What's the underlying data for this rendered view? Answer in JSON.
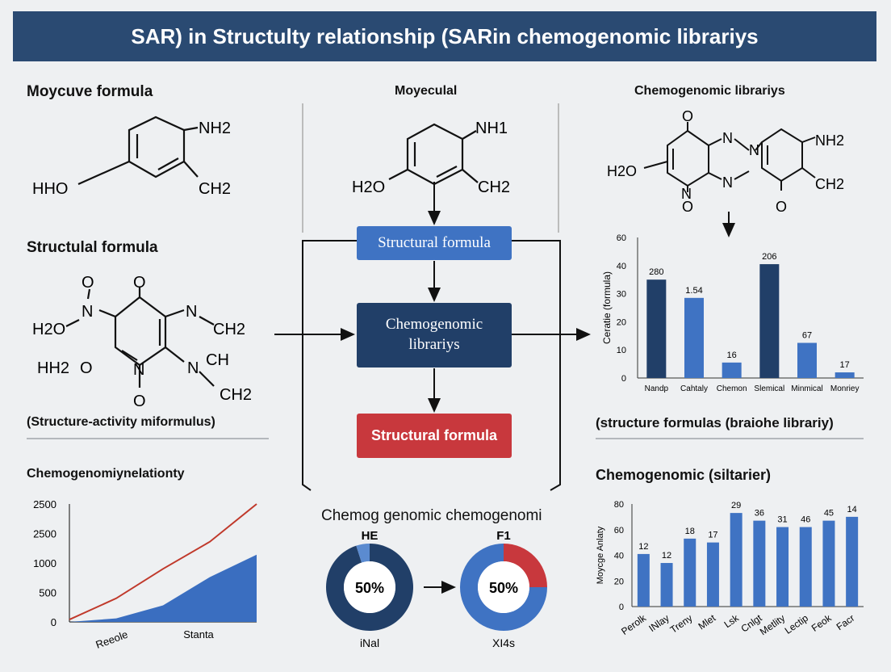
{
  "header": {
    "title": "SAR) in Structulty relationship (SARin chemogenomic librariys"
  },
  "left_panel": {
    "label_top": "Moycuve formula",
    "mol1": {
      "nh2": "NH2",
      "ho": "HHO",
      "ch2": "CH2"
    },
    "label_structural": "Structulal formula",
    "mol2": {
      "o1": "O",
      "o2": "O",
      "n1": "N",
      "h2o": "H2O",
      "n2": "N",
      "ch2a": "CH2",
      "hh2": "HH2",
      "o3": "O",
      "n3": "N",
      "ch": "CH",
      "n4": "N",
      "ch2b": "CH2",
      "o4": "O"
    },
    "caption": "(Structure-activity miformulus)",
    "bottom_title": "Chemogenomiynelationty"
  },
  "center_panel": {
    "label_top": "Moyeculal",
    "mol": {
      "nh1": "NH1",
      "h2o": "H2O",
      "ch2": "CH2"
    },
    "box_structural": "Structural formula",
    "box_chemo_line1": "Chemogenomic",
    "box_chemo_line2": "librariys",
    "box_red": "Structural formula",
    "bottom_title": "Chemog genomic chemogenomi"
  },
  "right_panel": {
    "label_top": "Chemogenomic librariys",
    "mol": {
      "o_top": "O",
      "n1": "N",
      "n2": "N",
      "nh2": "NH2",
      "h2o": "H2O",
      "n3": "N",
      "n4": "N",
      "ch2": "CH2",
      "o_bot": "O",
      "o_bot2": "O"
    },
    "caption": "(structure formulas (braiohe librariy)",
    "bottom_title": "Chemogenomic (siltarier)"
  },
  "chart_data": [
    {
      "type": "bar",
      "ylabel": "Ceratie (formula)",
      "categories": [
        "Nandp",
        "Cahtaly",
        "Chemon",
        "Slemical",
        "Minmical",
        "Monriey"
      ],
      "values": [
        35,
        28.5,
        5.5,
        40.5,
        12.5,
        2
      ],
      "data_labels": [
        "280",
        "1.54",
        "16",
        "206",
        "67",
        "17"
      ],
      "yticks": [
        "0",
        "10",
        "20",
        "30",
        "40",
        "60"
      ],
      "ylim": [
        0,
        50
      ],
      "colors": [
        "#213f68",
        "#3f73c3",
        "#3f73c3",
        "#213f68",
        "#3f73c3",
        "#3f73c3"
      ]
    },
    {
      "type": "area",
      "yticks": [
        "0",
        "500",
        "1000",
        "2500",
        "2500"
      ],
      "xlabels": [
        "Reeole",
        "Stanta"
      ],
      "line": {
        "color": "#c0392b",
        "x": [
          0,
          0.25,
          0.5,
          0.75,
          1
        ],
        "y": [
          0.02,
          0.2,
          0.45,
          0.68,
          1.0
        ]
      },
      "area": {
        "color": "#3a6ec0",
        "x": [
          0,
          0.25,
          0.5,
          0.75,
          1
        ],
        "y": [
          0.0,
          0.03,
          0.14,
          0.38,
          0.57
        ]
      }
    },
    {
      "type": "pie",
      "label_top": "HE",
      "label_bottom": "iNal",
      "center_label": "50%",
      "slices": [
        {
          "value": 95,
          "color": "#213f68"
        },
        {
          "value": 5,
          "color": "#5b8bd0"
        }
      ]
    },
    {
      "type": "pie",
      "label_top": "F1",
      "label_bottom": "XI4s",
      "center_label": "50%",
      "slices": [
        {
          "value": 25,
          "color": "#c8383d"
        },
        {
          "value": 75,
          "color": "#3f73c3"
        }
      ]
    },
    {
      "type": "bar",
      "ylabel": "Moycge Anlaty",
      "yticks": [
        "0",
        "20",
        "40",
        "60",
        "80"
      ],
      "ylim": [
        0,
        80
      ],
      "categories": [
        "Perolk",
        "INlay",
        "Treny",
        "Mlet",
        "Lsk",
        "Cnlgt",
        "Metlity",
        "Lectip",
        "Feok",
        "Facr"
      ],
      "values": [
        41,
        34,
        53,
        50,
        73,
        67,
        62,
        62,
        67,
        70
      ],
      "data_labels": [
        "12",
        "12",
        "18",
        "17",
        "29",
        "36",
        "31",
        "46",
        "45",
        "14"
      ],
      "color": "#3f73c3"
    }
  ]
}
